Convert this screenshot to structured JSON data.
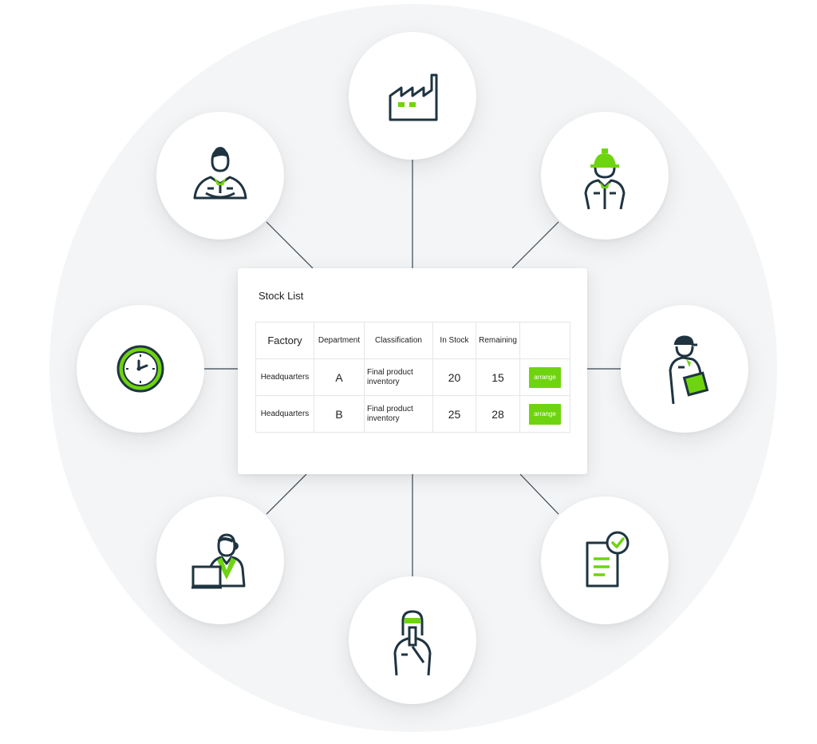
{
  "stock_list": {
    "title": "Stock List",
    "headers": [
      "Factory",
      "Department",
      "Classification",
      "In Stock",
      "Remaining",
      ""
    ],
    "rows": [
      {
        "factory": "Headquarters",
        "department": "A",
        "classification": "Final product inventory",
        "in_stock": "20",
        "remaining": "15",
        "action": "arrange"
      },
      {
        "factory": "Headquarters",
        "department": "B",
        "classification": "Final product inventory",
        "in_stock": "25",
        "remaining": "28",
        "action": "arrange"
      }
    ]
  },
  "nodes": [
    {
      "icon": "factory-icon"
    },
    {
      "icon": "hardhat-worker-icon"
    },
    {
      "icon": "delivery-worker-clipboard-icon"
    },
    {
      "icon": "checked-document-icon"
    },
    {
      "icon": "technician-icon"
    },
    {
      "icon": "operator-laptop-icon"
    },
    {
      "icon": "clock-icon"
    },
    {
      "icon": "manager-icon"
    }
  ],
  "colors": {
    "accent": "#6ed40f",
    "outline": "#1f3440",
    "background_circle": "#f4f5f6"
  }
}
